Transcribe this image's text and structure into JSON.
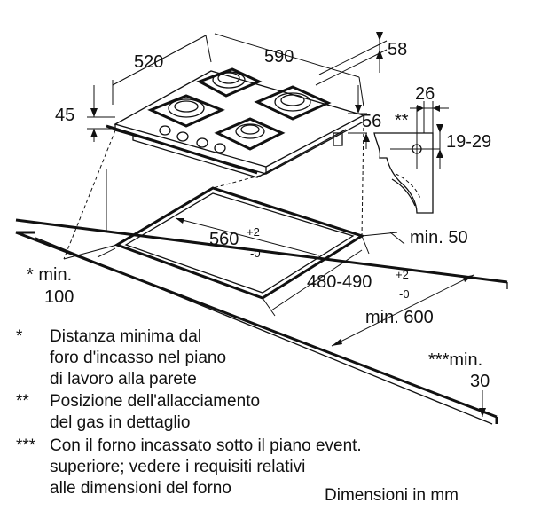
{
  "dimensions": {
    "hob_depth": "520",
    "hob_width": "590",
    "hob_height": "45",
    "rear_offset": "58",
    "side_offset": "56",
    "gas_width": "26",
    "gas_height": "19-29",
    "cutout_width_main": "560",
    "cutout_width_sup_top": "+2",
    "cutout_width_sup_bottom": "-0",
    "cutout_depth_main": "480-490",
    "cutout_depth_sup_top": "+2",
    "cutout_depth_sup_bottom": "-0",
    "min_rear": "min. 50",
    "min_front_line1": "* min.",
    "min_front_line2": "100",
    "min_depth": "min. 600",
    "min_side_line1": "***min.",
    "min_side_line2": "30",
    "gas_marker": "**"
  },
  "notes": [
    {
      "marker": "*",
      "lines": [
        "Distanza minima dal",
        "foro d'incasso nel piano",
        "di lavoro alla parete"
      ]
    },
    {
      "marker": "**",
      "lines": [
        "Posizione dell'allacciamento",
        "del gas in dettaglio"
      ]
    },
    {
      "marker": "***",
      "lines": [
        "Con il forno incassato sotto il piano event.",
        "superiore; vedere i requisiti relativi",
        "alle dimensioni del forno"
      ]
    }
  ],
  "units_caption": "Dimensioni in mm"
}
